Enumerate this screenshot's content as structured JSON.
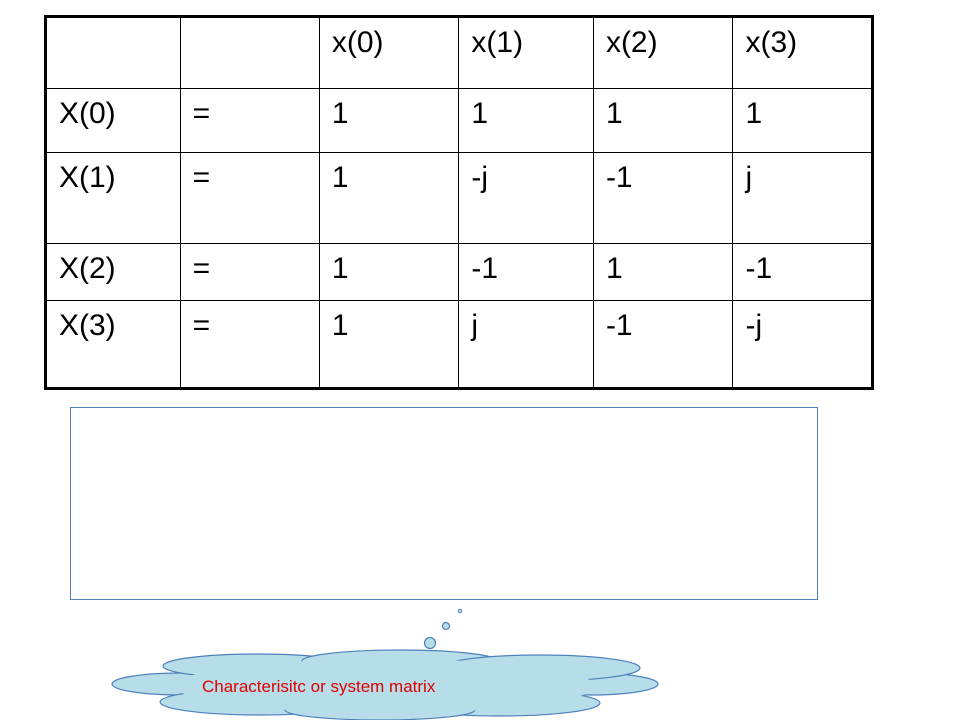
{
  "table": {
    "header": [
      "",
      "",
      "x(0)",
      "x(1)",
      "x(2)",
      "x(3)"
    ],
    "rows": [
      [
        "X(0)",
        "=",
        "1",
        "1",
        "1",
        "1"
      ],
      [
        "X(1)",
        "=",
        "1",
        "-j",
        "-1",
        "j"
      ],
      [
        "X(2)",
        "=",
        "1",
        "-1",
        "1",
        "-1"
      ],
      [
        "X(3)",
        "=",
        "1",
        "j",
        "-1",
        "-j"
      ]
    ]
  },
  "callout": {
    "label": "Characterisitc or system matrix"
  },
  "colors": {
    "callout_fill": "#b7dde8",
    "callout_stroke": "#4f81bd",
    "callout_text": "#e00000",
    "box_border": "#4f81bd"
  }
}
